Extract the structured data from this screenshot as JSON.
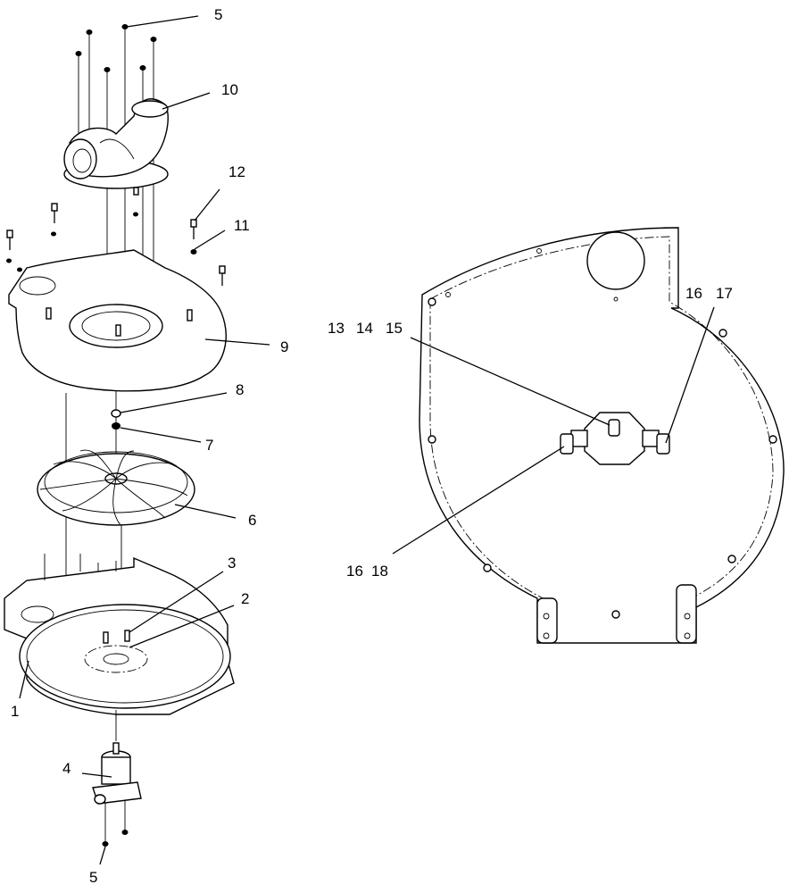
{
  "callouts": {
    "c1": "1",
    "c2": "2",
    "c3": "3",
    "c4": "4",
    "c5_top": "5",
    "c5_bottom": "5",
    "c6": "6",
    "c7": "7",
    "c8": "8",
    "c9": "9",
    "c10": "10",
    "c11": "11",
    "c12": "12",
    "c13": "13",
    "c14": "14",
    "c15": "15",
    "c16_right": "16",
    "c17": "17",
    "c16_bottom": "16",
    "c18": "18"
  }
}
